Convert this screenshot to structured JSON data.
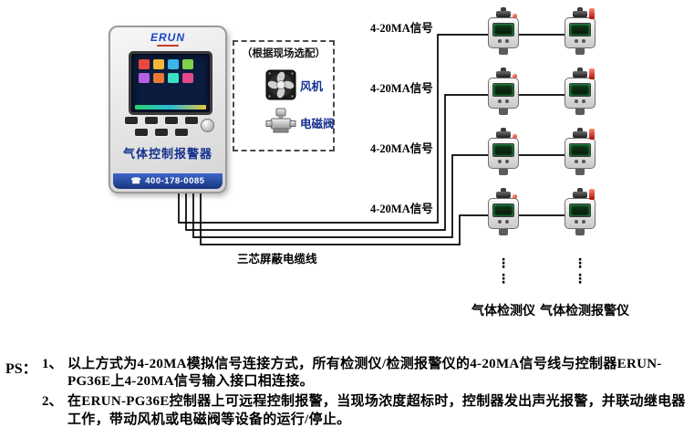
{
  "colors": {
    "wire": "#000000",
    "accent_blue": "#16357e",
    "label_blue": "#142f8e",
    "alarm_red": "#cf1a0d"
  },
  "controller": {
    "brand": "ERUN",
    "label": "气体控制报警器",
    "phone_icon": "☎",
    "phone": "400-178-0085"
  },
  "options_box": {
    "title": "（根据现场选配）",
    "fan_label": "风机",
    "valve_label": "电磁阀"
  },
  "signal_rows": [
    {
      "label": "4-20MA信号"
    },
    {
      "label": "4-20MA信号"
    },
    {
      "label": "4-20MA信号"
    },
    {
      "label": "4-20MA信号"
    }
  ],
  "cable_label": "三芯屏蔽电缆线",
  "detector_columns": [
    {
      "caption": "气体检测仪",
      "ellipsis": "⋮⋮"
    },
    {
      "caption": "气体检测报警仪",
      "ellipsis": "⋮⋮"
    }
  ],
  "notes": {
    "prefix": "PS：",
    "items": [
      {
        "num": "1、",
        "text": "以上方式为4-20MA模拟信号连接方式，所有检测仪/检测报警仪的4-20MA信号线与控制器ERUN-PG36E上4-20MA信号输入接口相连接。"
      },
      {
        "num": "2、",
        "text": "在ERUN-PG36E控制器上可远程控制报警，当现场浓度超标时，控制器发出声光报警，并联动继电器工作，带动风机或电磁阀等设备的运行/停止。"
      }
    ]
  }
}
